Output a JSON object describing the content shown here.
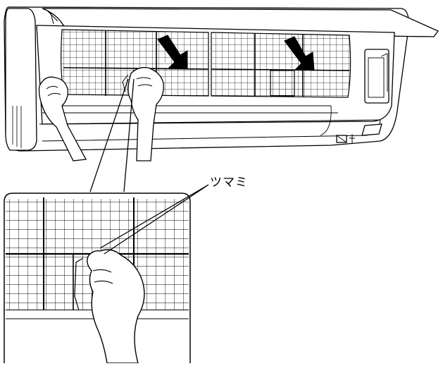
{
  "callout": {
    "label": "ツマミ"
  },
  "colors": {
    "line": "#000000",
    "background": "#ffffff",
    "arrow": "#000000"
  },
  "icons": [
    "air-conditioner-unit",
    "air-filter",
    "hand",
    "push-arrow",
    "filter-tab",
    "magnified-inset"
  ]
}
